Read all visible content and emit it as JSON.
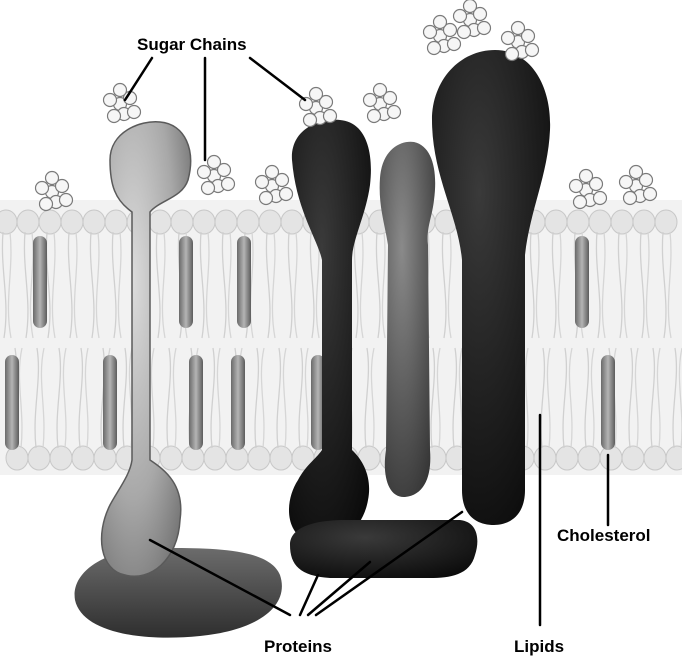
{
  "labels": {
    "sugar_chains": "Sugar Chains",
    "cholesterol": "Cholesterol",
    "lipids": "Lipids",
    "proteins": "Proteins"
  },
  "colors": {
    "background": "#ffffff",
    "lipid_head": "#e7e7e7",
    "cholesterol": "#8c8c8c",
    "protein_light": "#aaaaaa",
    "protein_dark": "#111111",
    "protein_mid": "#4a4a4a",
    "sugar_bead": "#f4f4f4",
    "leader_line": "#000000"
  }
}
